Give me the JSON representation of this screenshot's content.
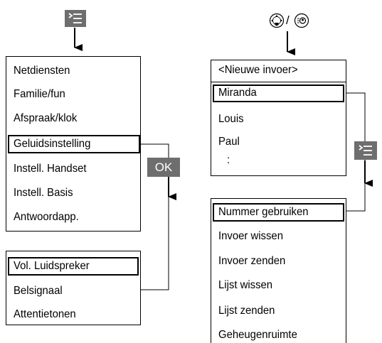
{
  "menu_main": {
    "items": [
      "Netdiensten",
      "Familie/fun",
      "Afspraak/klok",
      "Geluidsinstelling",
      "Instell. Handset",
      "Instell. Basis",
      "Antwoordapp."
    ],
    "selected": "Geluidsinstelling"
  },
  "ok_key": "OK",
  "menu_sound": {
    "items": [
      "Vol. Luidspreker",
      "Belsignaal",
      "Attentietonen"
    ],
    "selected": "Vol. Luidspreker"
  },
  "phonebook": {
    "items": [
      "<Nieuwe invoer>",
      "Miranda",
      "Louis",
      "Paul",
      ":"
    ],
    "selected": "Miranda"
  },
  "options_menu": {
    "items": [
      "Nummer gebruiken",
      "Invoer wissen",
      "Invoer zenden",
      "Lijst wissen",
      "Lijst zenden",
      "Geheugenruimte"
    ],
    "selected": "Nummer gebruiken"
  },
  "symbols": {
    "menu_key": "menu-list-icon",
    "nav_key": "navigation-key-icon",
    "phonebook_key": "phonebook-key-icon",
    "separator": "/"
  },
  "colors": {
    "key_background": "#6e6e6e"
  }
}
